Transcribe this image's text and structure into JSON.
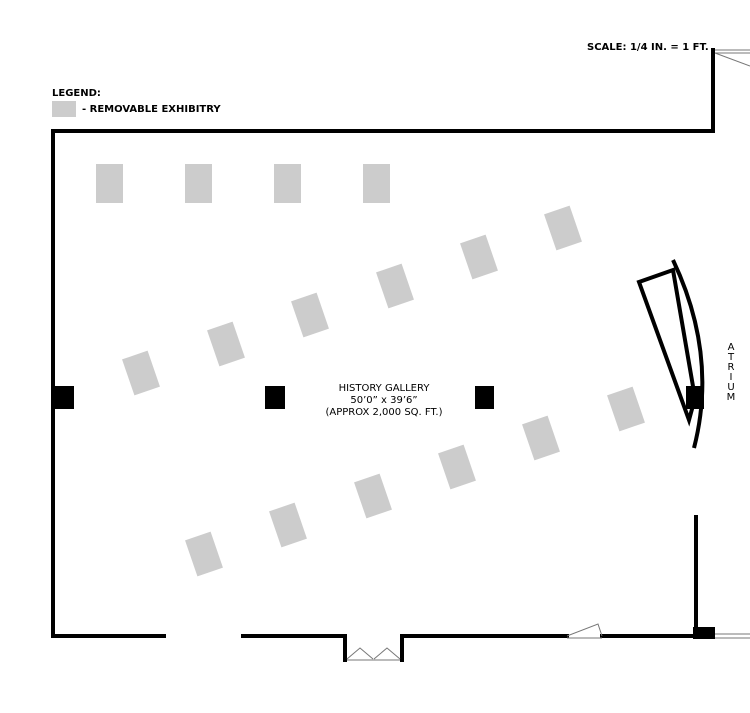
{
  "scale": "SCALE: 1/4 IN. = 1 FT.",
  "legend": {
    "title": "LEGEND:",
    "item": "- REMOVABLE EXHIBITRY",
    "swatch_color": "#cccccc"
  },
  "gallery": {
    "name": "HISTORY GALLERY",
    "dimensions": "50’0” x 39’6”",
    "area": "(APPROX 2,000 SQ. FT.)"
  },
  "atrium_letters": [
    "A",
    "T",
    "R",
    "I",
    "U",
    "M"
  ],
  "colors": {
    "wall": "#000000",
    "exhibit": "#cccccc"
  }
}
